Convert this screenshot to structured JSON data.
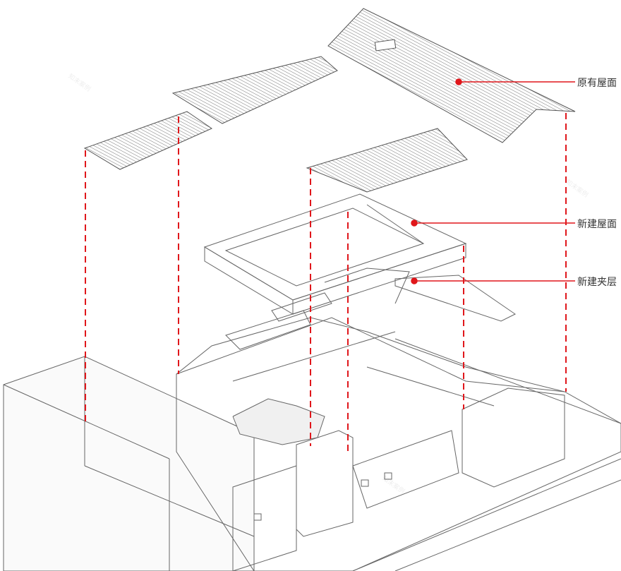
{
  "labels": {
    "original_roof": "原有屋面",
    "new_roof": "新建屋面",
    "new_mezzanine": "新建夹层"
  },
  "watermark": "知末案例",
  "colors": {
    "annotation": "#e0161b",
    "linework": "#555555"
  }
}
